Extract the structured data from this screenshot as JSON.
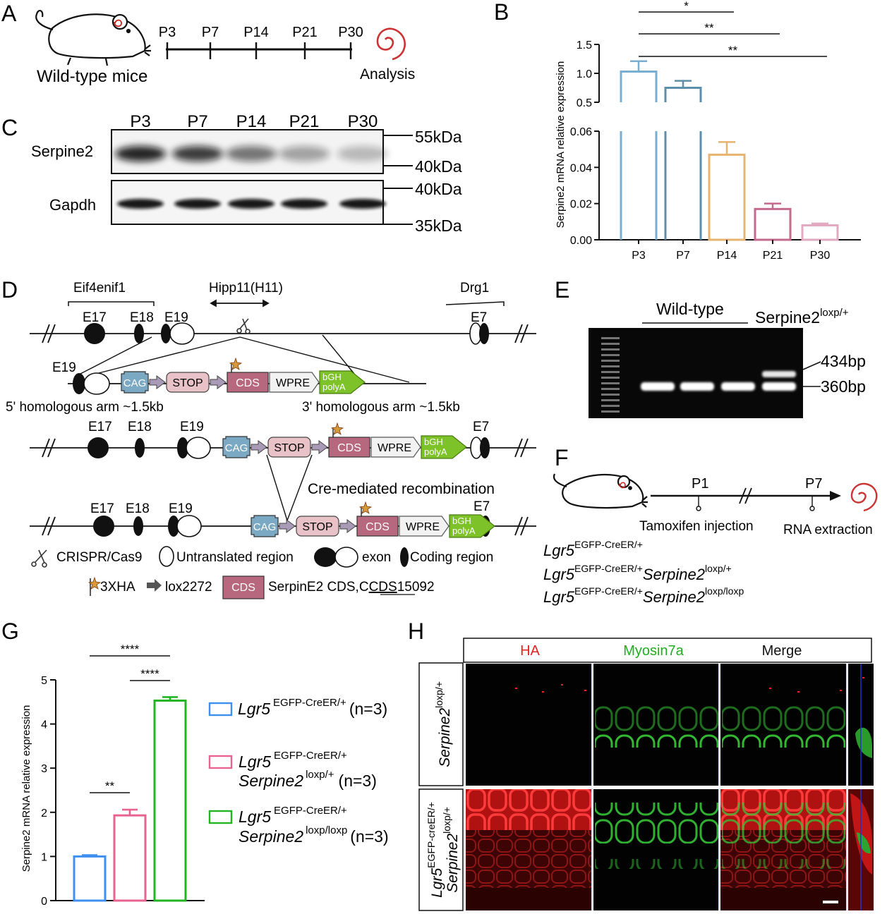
{
  "panels": {
    "A": {
      "letter": "A",
      "mouse_label": "Wild-type mice",
      "timepoints": [
        "P3",
        "P7",
        "P14",
        "P21",
        "P30"
      ],
      "analysis_label": "Analysis"
    },
    "B": {
      "letter": "B",
      "sig": [
        "*",
        "**",
        "**"
      ]
    },
    "C": {
      "letter": "C",
      "lanes": [
        "P3",
        "P7",
        "P14",
        "P21",
        "P30"
      ],
      "rows": [
        "Serpine2",
        "Gapdh"
      ],
      "markers": [
        "55kDa",
        "40kDa",
        "40kDa",
        "35kDa"
      ]
    },
    "D": {
      "letter": "D",
      "genes": {
        "left": "Eif4enif1",
        "mid": "Hipp11(H11)",
        "right": "Drg1"
      },
      "exons": {
        "e17": "E17",
        "e18": "E18",
        "e19": "E19",
        "e7": "E7"
      },
      "cassette": {
        "cag": "CAG",
        "stop": "STOP",
        "cds": "CDS",
        "wpre": "WPRE",
        "bgh1": "bGH",
        "bgh2": "polyA"
      },
      "arm5": "5' homologous arm ~1.5kb",
      "arm3": "3' homologous arm ~1.5kb",
      "cre": "Cre-mediated recombination",
      "legend": {
        "crispr": "CRISPR/Cas9",
        "utr": "Untranslated region",
        "exon": "exon",
        "coding": "Coding region",
        "ha": "3XHA",
        "lox": "lox2272",
        "cds_box": "CDS",
        "cds_desc_a": "SerpinE2 CDS,C",
        "cds_desc_b": "CDS",
        "cds_desc_c": "15092"
      }
    },
    "E": {
      "letter": "E",
      "wt_label": "Wild-type",
      "flox_base": "Serpine2",
      "flox_sup": "loxp/+",
      "bands": [
        "434bp",
        "360bp"
      ]
    },
    "F": {
      "letter": "F",
      "p1": "P1",
      "p7": "P7",
      "tamoxifen": "Tamoxifen injection",
      "rna": "RNA extraction",
      "g_lgr5": "Lgr5",
      "g_sup": "EGFP-CreER/+",
      "g_serp": "Serpine2",
      "g_loxp_het": "loxp/+",
      "g_loxp_hom": "loxp/loxp"
    },
    "G": {
      "letter": "G",
      "sig": [
        "****",
        "****",
        "**"
      ],
      "legend": [
        {
          "l1": "Lgr5",
          "sup1": "EGFP-CreER/+",
          "n": "(n=3)",
          "color": "#3f8ff0"
        },
        {
          "l1": "Lgr5",
          "sup1": "EGFP-CreER/+",
          "l2": "Serpine2",
          "sup2": "loxp/+",
          "n": "(n=3)",
          "color": "#e8638f"
        },
        {
          "l1": "Lgr5",
          "sup1": "EGFP-CreER/+",
          "l2": "Serpine2",
          "sup2": "loxp/loxp",
          "n": "(n=3)",
          "color": "#22b522"
        }
      ]
    },
    "H": {
      "letter": "H",
      "cols": [
        "HA",
        "Myosin7a",
        "Merge"
      ],
      "col_colors": [
        "#e52222",
        "#1fae1f",
        "#111111"
      ],
      "row1": {
        "base": "Serpine2",
        "sup": "loxp/+"
      },
      "row2": {
        "a": "Lgr5",
        "a_sup": "EGFP-creER/+",
        "b": "Serpine2",
        "b_sup": "loxp/+"
      }
    }
  },
  "chart_data": [
    {
      "type": "bar",
      "panel": "B",
      "categories": [
        "P3",
        "P7",
        "P14",
        "P21",
        "P30"
      ],
      "values": [
        1.03,
        0.75,
        0.047,
        0.017,
        0.008
      ],
      "errors": [
        0.18,
        0.12,
        0.007,
        0.003,
        0.001
      ],
      "colors": [
        "#7aaed0",
        "#5c8fab",
        "#e6b46e",
        "#c46a8d",
        "#e2a9c0"
      ],
      "ylabel": "Serpine2 mRNA relative expression",
      "axis_break": true,
      "upper_ticks": [
        0.5,
        1.0,
        1.5
      ],
      "lower_ticks": [
        0.0,
        0.02,
        0.04,
        0.06
      ],
      "ylim_upper": [
        0.5,
        1.5
      ],
      "ylim_lower": [
        0,
        0.06
      ],
      "comparisons": [
        {
          "from": "P3",
          "to": "P14",
          "label": "*"
        },
        {
          "from": "P3",
          "to": "P21",
          "label": "**"
        },
        {
          "from": "P3",
          "to": "P30",
          "label": "**"
        }
      ]
    },
    {
      "type": "bar",
      "panel": "G",
      "categories": [
        "Lgr5 EGFP-CreER/+",
        "Lgr5 EGFP-CreER/+ Serpine2 loxp/+",
        "Lgr5 EGFP-CreER/+ Serpine2 loxp/loxp"
      ],
      "values": [
        1.0,
        1.93,
        4.53
      ],
      "errors": [
        0.03,
        0.13,
        0.08
      ],
      "colors": [
        "#3f8ff0",
        "#e8638f",
        "#22b522"
      ],
      "ylabel": "Serpine2 mRNA relative expression",
      "ylim": [
        0,
        5
      ],
      "ticks": [
        0,
        1,
        2,
        3,
        4,
        5
      ],
      "comparisons": [
        {
          "from": 0,
          "to": 2,
          "label": "****"
        },
        {
          "from": 1,
          "to": 2,
          "label": "****"
        },
        {
          "from": 0,
          "to": 1,
          "label": "**"
        }
      ]
    }
  ]
}
